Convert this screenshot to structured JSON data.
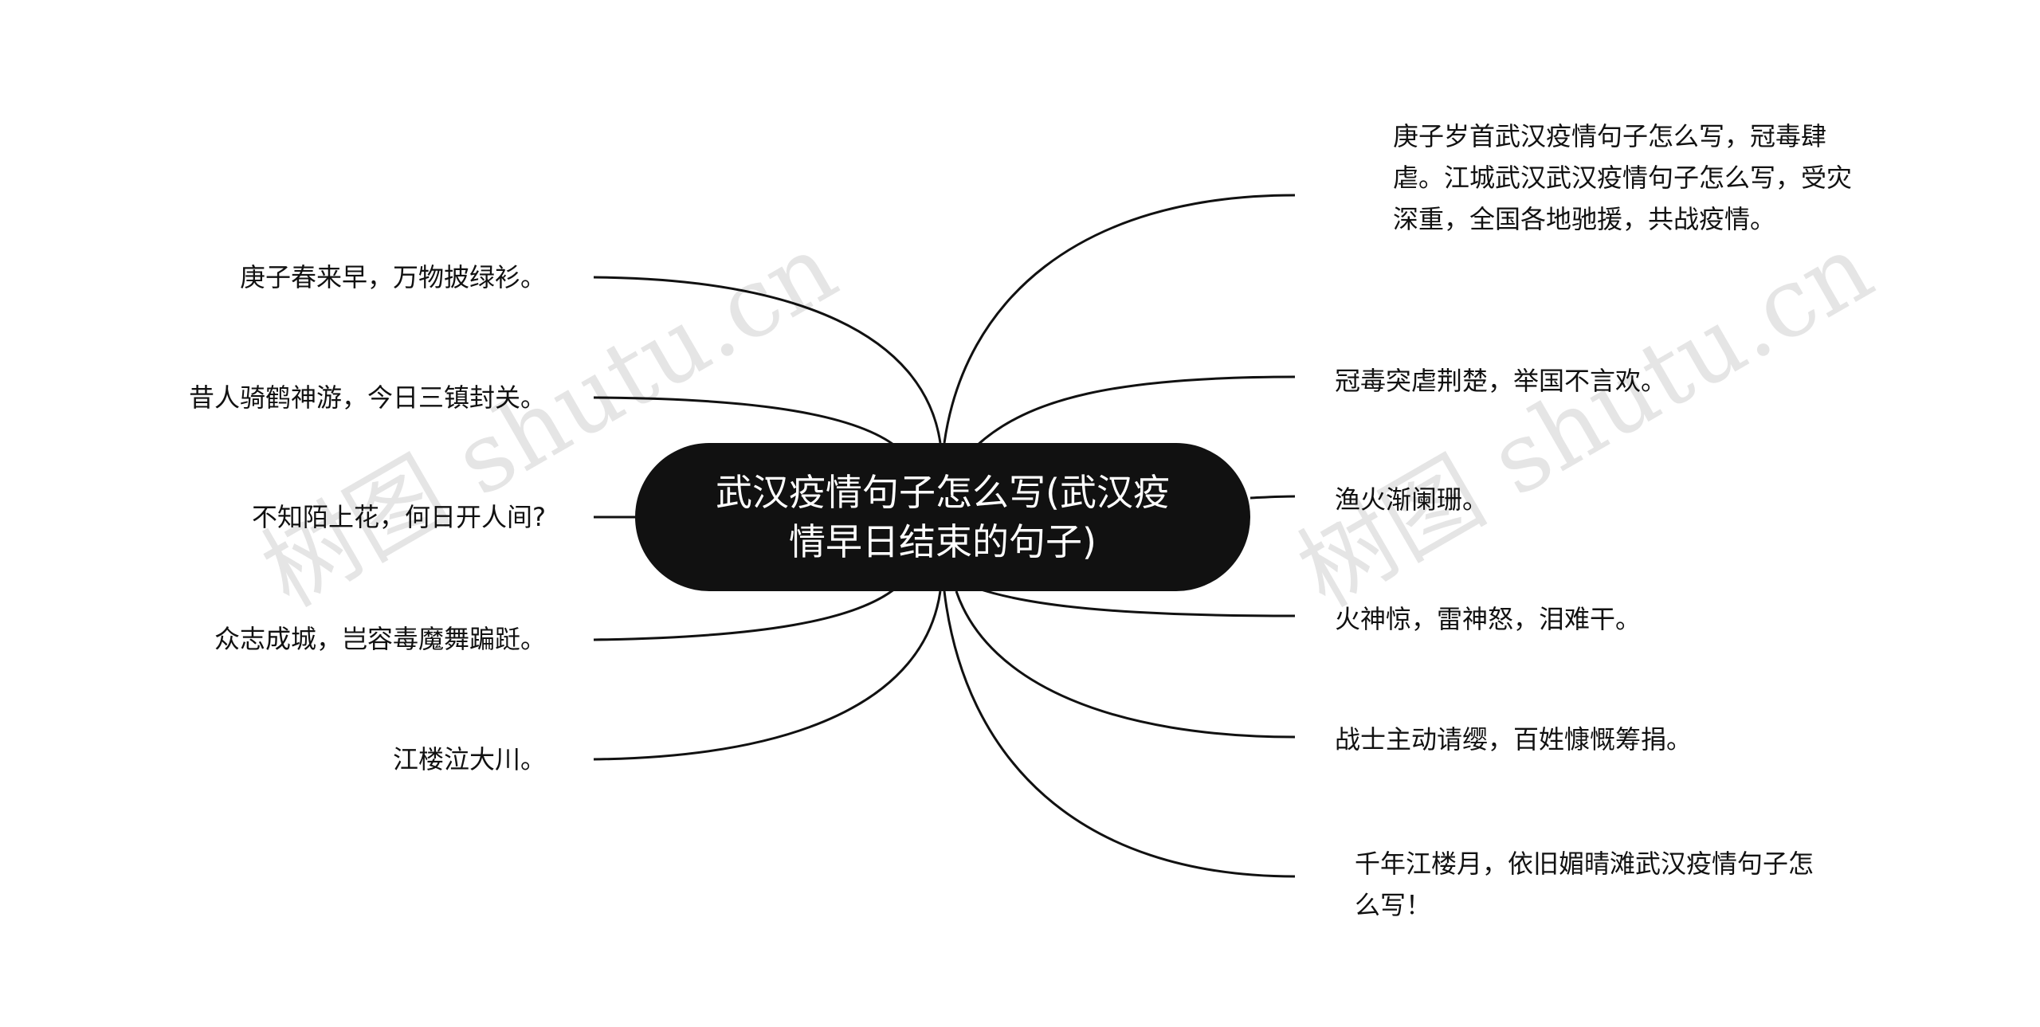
{
  "root": {
    "label": "武汉疫情句子怎么写(武汉疫情早日结束的句子)"
  },
  "left_branches": [
    {
      "label": "庚子春来早，万物披绿衫。"
    },
    {
      "label": "昔人骑鹤神游，今日三镇封关。"
    },
    {
      "label": "不知陌上花，何日开人间?"
    },
    {
      "label": "众志成城，岂容毒魔舞蹁跹。"
    },
    {
      "label": "江楼泣大川。"
    }
  ],
  "right_branches": [
    {
      "label": "庚子岁首武汉疫情句子怎么写，冠毒肆虐。江城武汉武汉疫情句子怎么写，受灾深重，全国各地驰援，共战疫情。"
    },
    {
      "label": "冠毒突虐荆楚，举国不言欢。"
    },
    {
      "label": "渔火渐阑珊。"
    },
    {
      "label": "火神惊，雷神怒，泪难干。"
    },
    {
      "label": "战士主动请缨，百姓慷慨筹捐。"
    },
    {
      "label": "千年江楼月，依旧媚晴滩武汉疫情句子怎么写！"
    }
  ],
  "watermark": {
    "text": "树图 shutu.cn"
  },
  "colors": {
    "root_fill": "#111111",
    "root_text": "#ffffff",
    "edge": "#111111",
    "leaf_text": "#111111"
  }
}
